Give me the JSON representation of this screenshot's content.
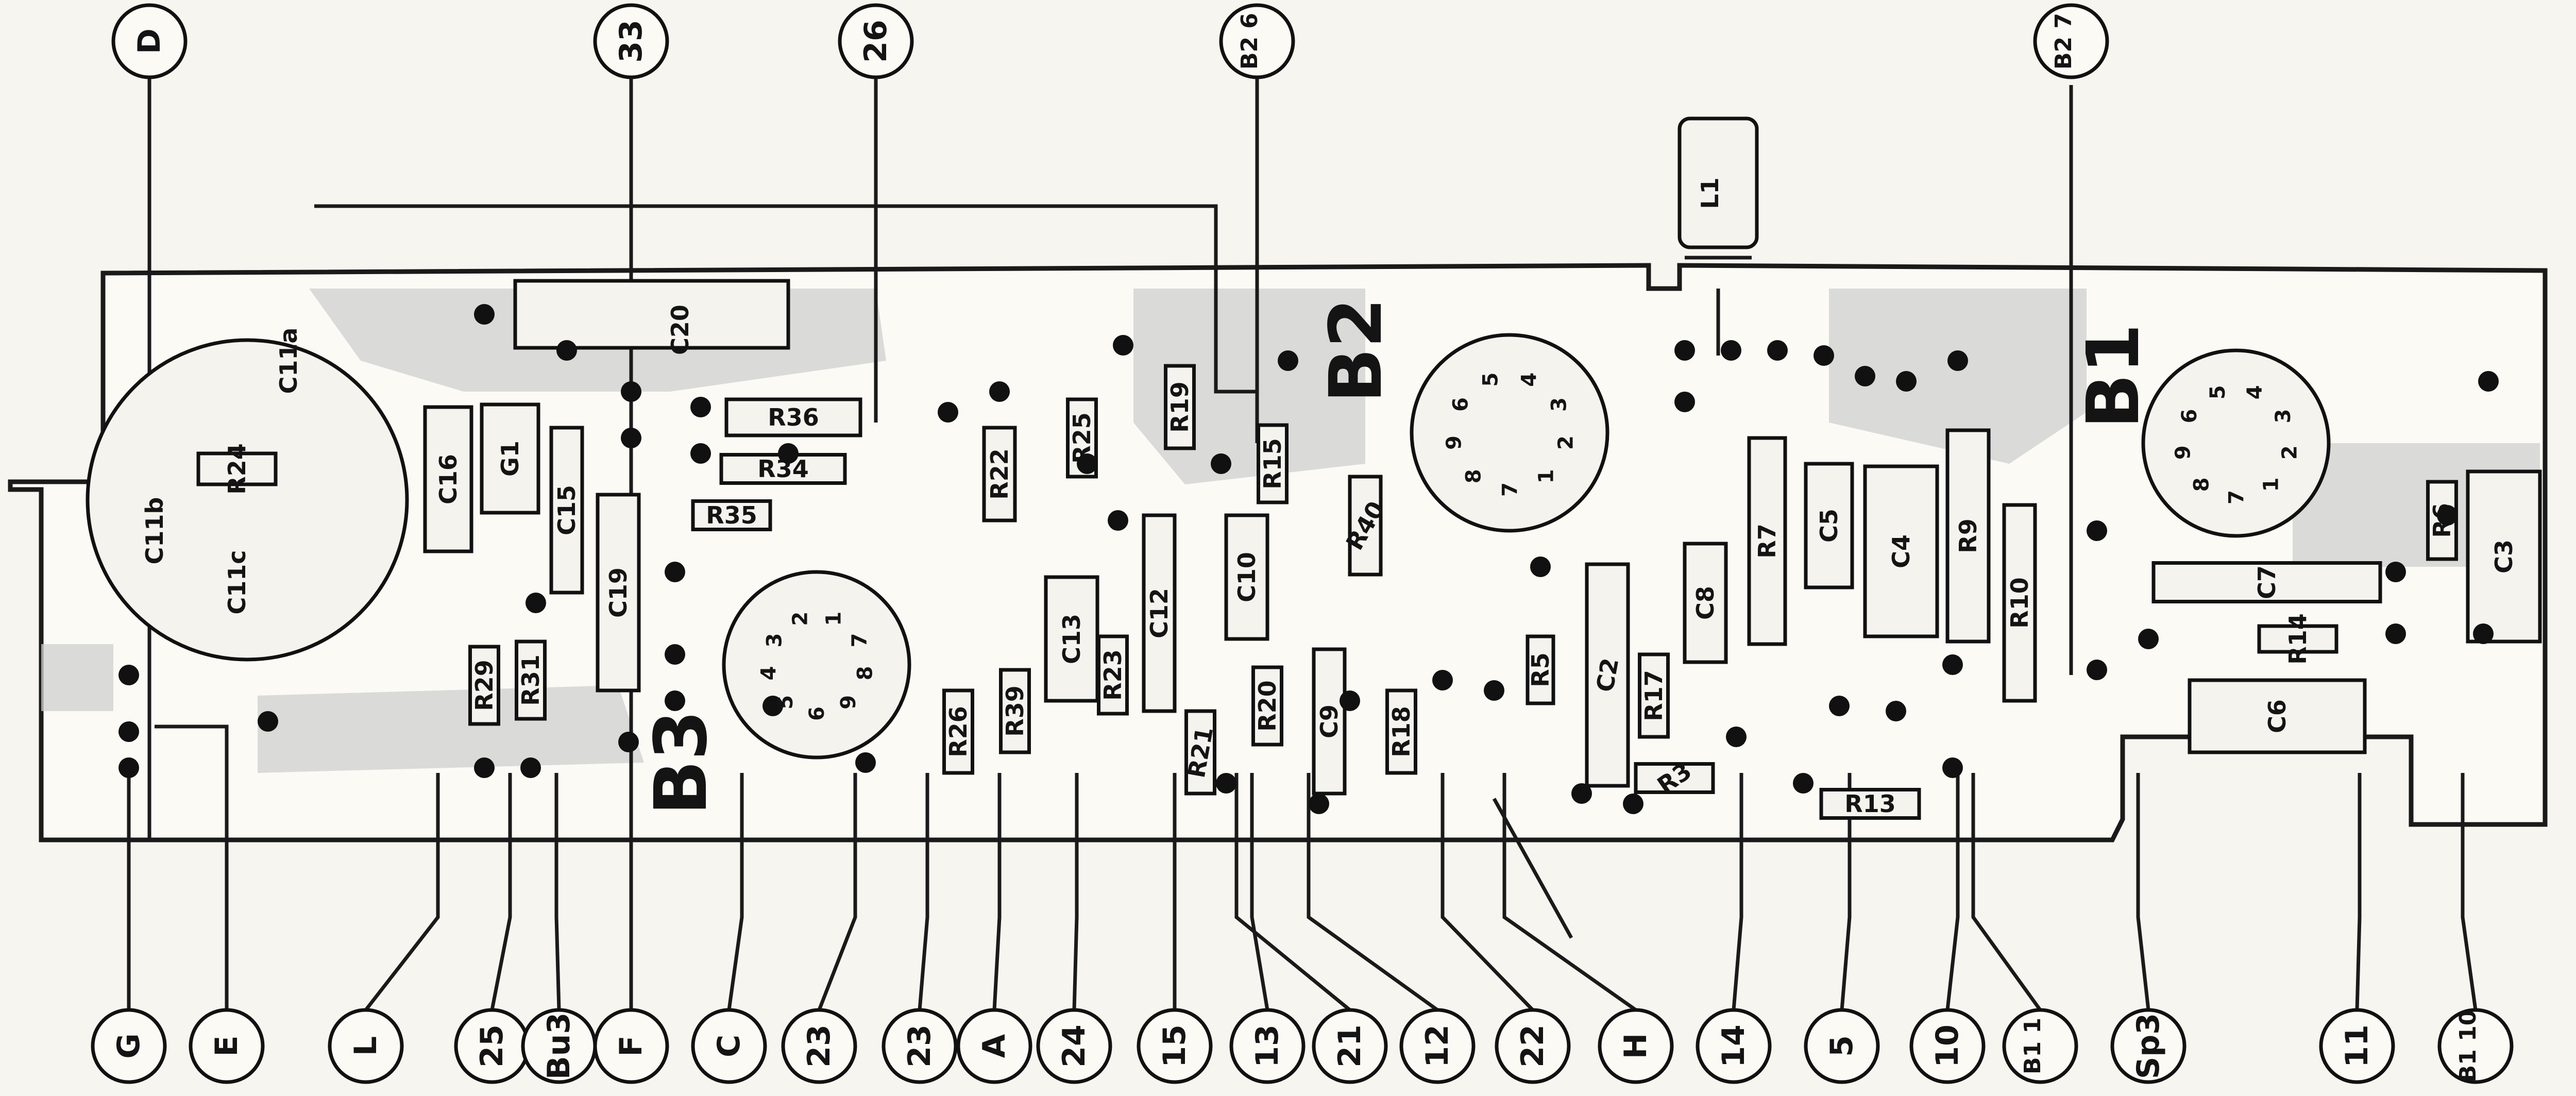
{
  "top_connectors": [
    "D",
    "33",
    "26",
    "B2 6",
    "B2 7"
  ],
  "bottom_connectors": [
    "G",
    "E",
    "L",
    "25",
    "Bu3",
    "F",
    "C",
    "23",
    "23",
    "A",
    "24",
    "15",
    "13",
    "21",
    "12",
    "22",
    "H",
    "14",
    "5",
    "10",
    "B1 1",
    "Sp3",
    "11",
    "B1 10"
  ],
  "components": [
    "C11a",
    "C11b",
    "C11c",
    "R24",
    "C16",
    "G1",
    "C15",
    "C19",
    "C20",
    "R36",
    "R34",
    "R35",
    "R29",
    "R31",
    "R22",
    "R25",
    "R19",
    "R15",
    "R40",
    "C13",
    "C12",
    "C10",
    "R26",
    "R39",
    "R23",
    "R20",
    "R21",
    "C9",
    "R18",
    "R5",
    "C2",
    "R17",
    "C8",
    "R7",
    "C5",
    "C4",
    "R9",
    "R10",
    "R3",
    "R13",
    "C7",
    "R14",
    "C6",
    "R6",
    "C3",
    "L1"
  ],
  "blocks": [
    "B1",
    "B2",
    "B3"
  ],
  "tube_pins": {
    "B3": [
      "6",
      "5",
      "4",
      "3",
      "2",
      "1",
      "7",
      "8",
      "9"
    ],
    "B2": [
      "7",
      "8",
      "9",
      "6",
      "5",
      "4",
      "3",
      "2",
      "1"
    ],
    "B1": [
      "7",
      "8",
      "9",
      "6",
      "5",
      "4",
      "3",
      "2",
      "1"
    ]
  }
}
